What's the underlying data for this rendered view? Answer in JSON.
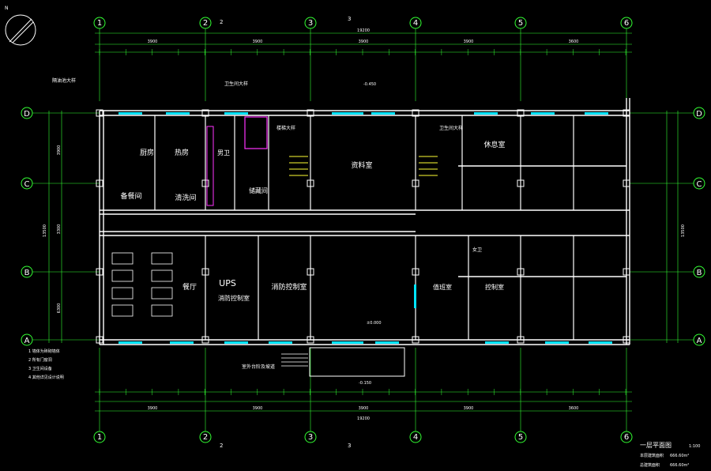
{
  "axes": {
    "columns": [
      "1",
      "2",
      "3",
      "4",
      "5",
      "6"
    ],
    "rows": [
      "D",
      "C",
      "B",
      "A"
    ],
    "sub_marks_top": [
      "2",
      "3"
    ],
    "sub_marks_bottom": [
      "2",
      "3"
    ]
  },
  "rooms": {
    "kitchen": "厨房",
    "cooking": "热房",
    "lobby_cafe": "餐厅",
    "storage": "备餐间",
    "washroom": "清洗间",
    "archive": "资料室",
    "lounge": "休息室",
    "ups": "UPS",
    "sprinkler": "消防控制室",
    "office": "值班室",
    "office2": "控制室",
    "restroom": "男卫",
    "restroom2": "女卫",
    "store": "储藏间"
  },
  "annotations": {
    "note_top_left": "隔油池大样",
    "note_top_mid": "卫生间大样",
    "note_stair": "楼梯大样",
    "note_right": "卫生间大样",
    "ups_sub": "消防控制室",
    "entrance_note": "室外台阶及坡道",
    "legend_1": "1 墙体为砖砌墙体",
    "legend_2": "2 所有门窗洞",
    "legend_3": "3 卫生间设备",
    "legend_4": "4 其他详见设计说明"
  },
  "title_block": {
    "title": "一层平面图",
    "scale": "1:100",
    "area_label_1": "本层建筑面积",
    "area_label_2": "总建筑面积",
    "area_value_1": "666.60m²",
    "area_value_2": "666.60m²"
  },
  "dims": {
    "total_top": "19200",
    "total_bottom": "19200",
    "top_segments": [
      "3900",
      "3900",
      "3900",
      "3900",
      "3600"
    ],
    "bottom_segments": [
      "3900",
      "3900",
      "3900",
      "3900",
      "3600"
    ],
    "left_total": "13500",
    "right_total": "13500",
    "left_segments": [
      "3900",
      "3300",
      "6300"
    ],
    "elev_1": "±0.000",
    "elev_2": "-0.150",
    "elev_3": "-0.450"
  },
  "colors": {
    "wall": "#ffffff",
    "axis": "#33ff33",
    "window": "#00e5ff",
    "fixture": "#ff33ff",
    "stair": "#ffff33",
    "dim": "#33ff33"
  }
}
